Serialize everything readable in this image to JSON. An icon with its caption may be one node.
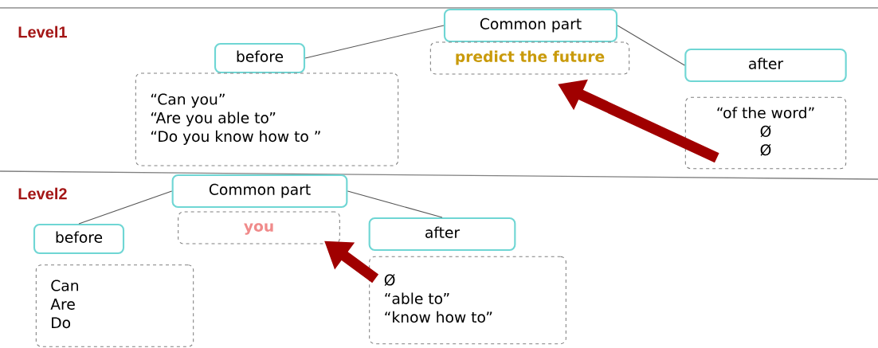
{
  "diagram": {
    "nodes": [
      {
        "text": [
          "Common part"
        ]
      },
      {
        "text": [
          "predict the future"
        ]
      },
      {
        "text": [
          "before"
        ]
      },
      {
        "text": [
          "“Can you”",
          "“Are you able to”",
          "“Do you know how to ”"
        ]
      },
      {
        "text": [
          "after"
        ]
      },
      {
        "text": [
          "“of the word”",
          "Ø",
          "Ø"
        ]
      },
      {
        "text": [
          "Common part"
        ]
      },
      {
        "text": [
          "you"
        ]
      },
      {
        "text": [
          "before"
        ]
      },
      {
        "text": [
          "Can",
          "Are",
          "Do"
        ]
      },
      {
        "text": [
          "after"
        ]
      },
      {
        "text": [
          "Ø",
          "“able to”",
          "“know how to”"
        ]
      }
    ],
    "edges": [
      {
        "from": 0,
        "to": 2,
        "arrow": "none"
      },
      {
        "from": 0,
        "to": 4,
        "arrow": "none"
      },
      {
        "from": 5,
        "to": 1,
        "arrow": "to",
        "style": "thick",
        "color": "#a00000"
      },
      {
        "from": 6,
        "to": 8,
        "arrow": "none"
      },
      {
        "from": 6,
        "to": 10,
        "arrow": "none"
      },
      {
        "from": 11,
        "to": 7,
        "arrow": "to",
        "style": "thick",
        "color": "#a00000"
      }
    ],
    "labels": [
      "Level1",
      "Level2"
    ]
  }
}
